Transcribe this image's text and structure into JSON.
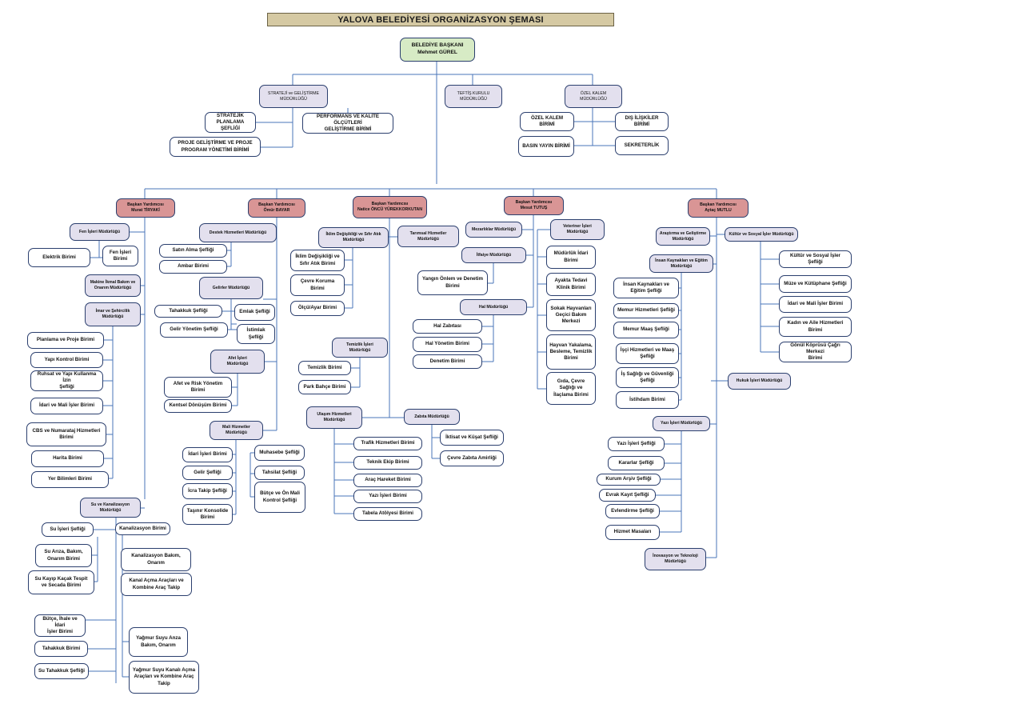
{
  "title": "YALOVA BELEDİYESİ ORGANİZASYON ŞEMASI",
  "nodes": {
    "mayor": "BELEDİYE BAŞKANI\nMehmet GÜREL",
    "strateji": "STRATEJİ ve GELİŞTİRME\nMÜDÜRLÜĞÜ",
    "teftis": "TEFTİŞ KURULU\nMÜDÜRLÜĞÜ",
    "ozel_kalem_mud": "ÖZEL KALEM MÜDÜRLÜĞÜ",
    "stratejik_planlama": "STRATEJİK\nPLANLAMA ŞEFLİĞİ",
    "performans": "PERFORMANS VE KALİTE ÖLÇÜTLERİ\nGELİŞTİRME BİRİMİ",
    "proje_gelistirme": "PROJE GELİŞTİRME VE PROJE\nPROGRAM YÖNETİMİ BİRİMİ",
    "ozel_kalem_birimi": "ÖZEL KALEM BİRİMİ",
    "dis_iliskiler": "DIŞ İLİŞKİLER BİRİMİ",
    "basin_yayin": "BASIN YAYIN BİRİMİ",
    "sekreterlik": "SEKRETERLİK",
    "by1": "Başkan Yardımcısı\nMurat TİRYAKİ",
    "by2": "Başkan Yardımcısı\nÖmür BAYAR",
    "by3": "Başkan Yardımcısı\nNatice ÖNCÜ YÜREKKORKUTAN",
    "by4": "Başkan Yardımcısı\nMesut TUTUŞ",
    "by5": "Başkan Yardımcısı\nAytaç MUTLU",
    "fen_isleri": "Fen İşleri Müdürlüğü",
    "elektrik": "Elektrik Birimi",
    "fen_isleri_birimi": "Fen İşleri\nBirimi",
    "makine_ikmal": "Makine İkmal Bakım ve\nOnarım Müdürlüğü",
    "imar": "İmar ve Şehircilik\nMüdürlüğü",
    "planlama_proje": "Planlama ve Proje Birimi",
    "yapi_kontrol": "Yapı Kontrol Birimi",
    "ruhsat": "Ruhsat ve Yapı Kullanma İzin\nŞefliği",
    "idari_mali_1": "İdari ve Mali İşler Birimi",
    "cbs": "CBS ve Numarataj Hizmetleri\nBirimi",
    "harita": "Harita Birimi",
    "yer_bilimleri": "Yer Bilimleri Birimi",
    "su_kanal": "Su ve Kanalizasyon\nMüdürlüğü",
    "su_isleri": "Su İşleri Şefliği",
    "kanalizasyon": "Kanalizasyon Birimi",
    "su_ariza": "Su Arıza, Bakım,\nOnarım Birimi",
    "su_kayip": "Su Kayıp Kaçak Tespit\nve Secada Birimi",
    "kanal_bakim": "Kanalizasyon Bakım,\nOnarım",
    "kanal_acma": "Kanal Açma Araçları ve\nKombine Araç Takip",
    "butce_ihale": "Bütçe, İhale ve İdari\nİşler Birimi",
    "tahakkuk_birimi": "Tahakkuk Birimi",
    "su_tahakkuk": "Su Tahakkuk Şefliği",
    "yagmur_bakim": "Yağmur Suyu Anza\nBakım, Onarım",
    "yagmur_kanal": "Yağmur Suyu Kanalı Açma\nAraçları ve Kombine Araç\nTakip",
    "destek": "Destek Hizmetleri Müdürlüğü",
    "satin_alma": "Satın Alma Şefliği",
    "ambar": "Ambar Birimi",
    "gelirler": "Gelirler Müdürlüğü",
    "tahakkuk_sefligi": "Tahakkuk Şefliği",
    "emlak": "Emlak Şefliği",
    "gelir_yonetim": "Gelir Yönetim Şefliği",
    "istimlak": "İstimlak\nŞefliği",
    "afet": "Afet İşleri\nMüdürlüğü",
    "afet_risk": "Afet ve Risk Yönetim\nBirimi",
    "kentsel": "Kentsel Dönüşüm Birimi",
    "mali": "Mali Hizmetler\nMüdürlüğü",
    "idari_isleri": "İdari İşleri Birimi",
    "muhasebe": "Muhasebe Şefliği",
    "gelir_sefligi": "Gelir Şefliği",
    "tahsilat": "Tahsilat Şefliği",
    "icra": "İcra Takip Şefliği",
    "butce_on_mali": "Bütçe ve Ön Mali\nKontrol Şefliği",
    "tasinir": "Taşınır Konsolide\nBirimi",
    "iklim": "İklim Değişikliği ve Sıfır Atık\nMüdürlüğü",
    "tarimsal": "Tarımsal Hizmetler\nMüdürlüğü",
    "iklim_birimi": "İklim Değişikliği ve\nSıfır Atık Birimi",
    "cevre_koruma": "Çevre Koruma\nBirimi",
    "olcu_ayar": "Ölçü/Ayar Birimi",
    "temizlik": "Temizlik İşleri\nMüdürlüğü",
    "temizlik_birimi": "Temizlik Birimi",
    "park_bahce": "Park Bahçe Birimi",
    "ulasim": "Ulaşım Hizmetleri\nMüdürlüğü",
    "zabita": "Zabıta Müdürlüğü",
    "iktisat": "İktisat ve Küşat Şefliği",
    "cevre_zabita": "Çevre Zabıta Amirliği",
    "trafik": "Trafik Hizmetleri Birimi",
    "teknik_ekip": "Teknik Ekip Birimi",
    "arac_hareket": "Araç Hareket Birimi",
    "yazi_isleri_birimi": "Yazı İşleri Birimi",
    "tabela": "Tabela Atölyesi Birimi",
    "mezarliklar": "Mezarlıklar Müdürlüğü",
    "veteriner": "Veteriner İşleri\nMüdürlüğü",
    "itfaiye": "İtfaiye Müdürlüğü",
    "yangin": "Yangın Önlem ve Denetim\nBirimi",
    "hal": "Hal Müdürlüğü",
    "hal_zabitasi": "Hal Zabıtası",
    "hal_yonetim": "Hal Yönetim Birimi",
    "denetim": "Denetim Birimi",
    "mudurluk_idari": "Müdürlük İdari\nBirimi",
    "ayakta_tedavi": "Ayakta Tedavi\nKlinik Birimi",
    "sokak_hayvan": "Sokak Hayvanları\nGeçici Bakım\nMerkezi",
    "hayvan_yakalama": "Hayvan Yakalama,\nBesleme, Temizlik\nBirimi",
    "gida": "Gıda, Çevre\nSağlığı ve\nİlaçlama Birimi",
    "arastirma": "Araştırma ve Geliştirme\nMüdürlüğü",
    "kultur": "Kültür ve Sosyal İşler Müdürlüğü",
    "insan_kaynaklari": "İnsan Kaynakları ve Eğitim\nMüdürlüğü",
    "ik_sefligi": "İnsan Kaynakları ve\nEğitim Şefliği",
    "memur_hizmetleri": "Memur Hizmetleri Şefliği",
    "memur_maas": "Memur Maaş Şefliği",
    "isci": "İşçi Hizmetleri ve Maaş\nŞefliği",
    "is_sagligi": "İş Sağlığı ve Güvenliği\nŞefliği",
    "istihdam": "İstihdam Birimi",
    "kultur_sosyal": "Kültür ve Sosyal İşler Şefliği",
    "muze": "Müze ve Kütüphane Şefliği",
    "idari_mali_2": "İdari ve Mali İşler Birimi",
    "kadin_aile": "Kadın ve Aile Hizmetleri\nBirimi",
    "gonul": "Gönül Köprüsü Çağrı Merkezi\nBirimi",
    "hukuk": "Hukuk İşleri Müdürlüğü",
    "yazi_isleri_mud": "Yazı İşleri Müdürlüğü",
    "yazi_isleri_sefligi": "Yazı İşleri Şefliği",
    "kararlar": "Kararlar Şefliği",
    "kurum_arsiv": "Kurum Arşiv Şefliği",
    "evrak_kayit": "Evrak Kayıt Şefliği",
    "evlendirme": "Evlendirme Şefliği",
    "hizmet_masasi": "Hizmet Masaları",
    "inovasyon": "İnovasyon ve Teknoloji\nMüdürlüğü"
  }
}
